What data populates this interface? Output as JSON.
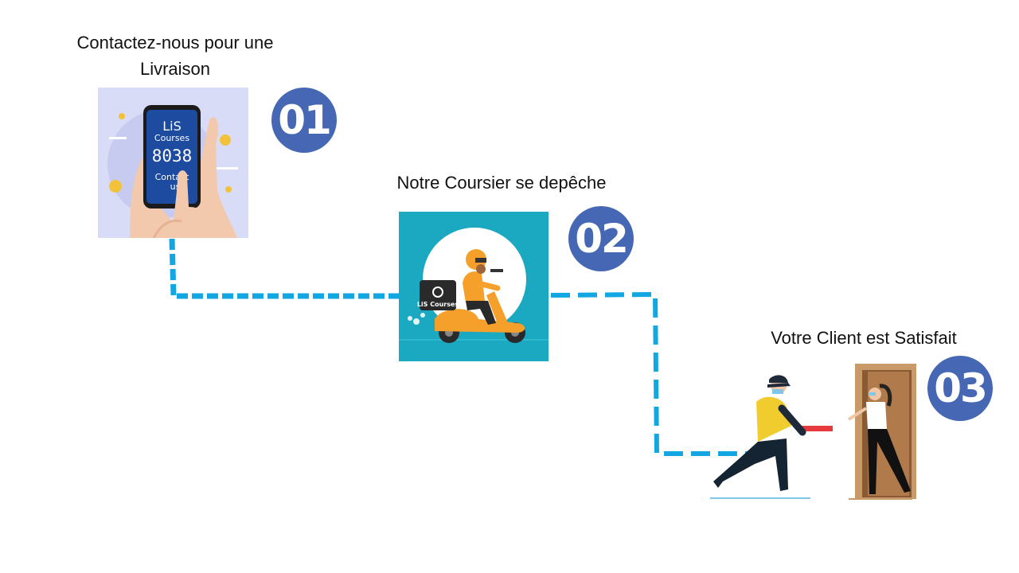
{
  "steps": [
    {
      "number": "01",
      "title_line1": "Contactez-nous pour une",
      "title_line2": "Livraison"
    },
    {
      "number": "02",
      "title": "Notre Coursier se depêche"
    },
    {
      "number": "03",
      "title": "Votre Client est Satisfait"
    }
  ],
  "phone_screen": {
    "brand": "LiS",
    "subtitle": "Courses",
    "digits": "8038",
    "contact_line1": "Contact",
    "contact_line2": "us"
  },
  "scooter_box_label": "LiS Courses",
  "colors": {
    "badge": "#4668b4",
    "connector": "#12a7e3",
    "teal_bg": "#1ba9c2",
    "phone_bg": "#d9dcf6",
    "courier_orange": "#f4a02a"
  },
  "icons": [
    "phone-in-hand-icon",
    "delivery-scooter-icon",
    "package-handoff-icon"
  ]
}
